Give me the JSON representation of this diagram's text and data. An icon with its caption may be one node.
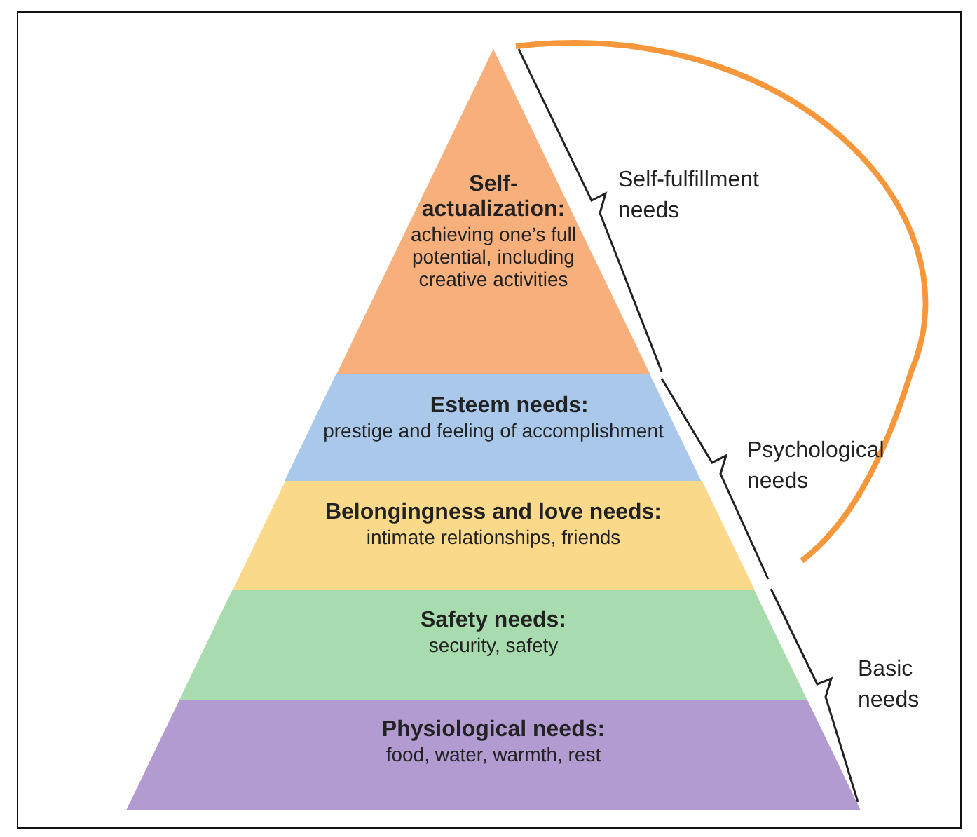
{
  "diagram": {
    "nodes": [
      {
        "text": [
          "Self-actualization:",
          "achieving one’s full potential, including creative activities"
        ]
      },
      {
        "text": [
          "Esteem needs:",
          "prestige and feeling of accomplishment"
        ]
      },
      {
        "text": [
          "Belongingness and love needs:",
          "intimate relationships, friends"
        ]
      },
      {
        "text": [
          "Safety needs:",
          "security, safety"
        ]
      },
      {
        "text": [
          "Physiological needs:",
          "food, water, warmth, rest"
        ]
      }
    ],
    "edges": [],
    "labels": [
      "Self-fulfillment needs",
      "Psychological needs",
      "Basic needs"
    ]
  }
}
